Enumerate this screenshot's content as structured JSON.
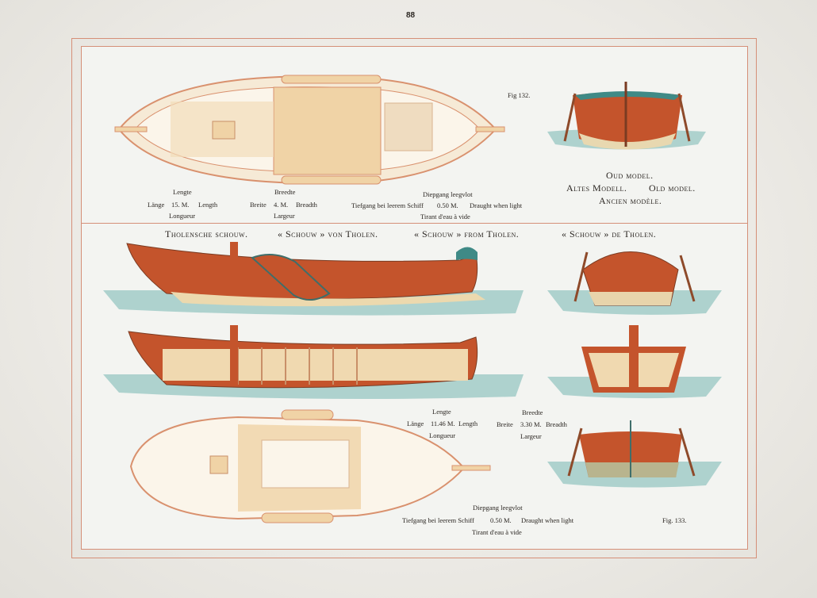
{
  "page_number": "88",
  "fig132": {
    "label": "Fig 132.",
    "model_title": {
      "dutch": "Oud model.",
      "german": "Altes Modell.",
      "english": "Old model.",
      "french": "Ancien modèle."
    },
    "length": {
      "nl": "Lengte",
      "de": "Länge",
      "value": "15. M.",
      "en": "Length",
      "fr": "Longueur"
    },
    "breadth": {
      "nl": "Breedte",
      "de": "Breite",
      "value": "4. M.",
      "en": "Breadth",
      "fr": "Largeur"
    },
    "draught": {
      "nl": "Diepgang leegvlot",
      "de": "Tiefgang bei leerem Schiff",
      "value": "0.50 M.",
      "en": "Draught when light",
      "fr": "Tirant d'eau à vide"
    }
  },
  "titles": {
    "dutch": "Tholensche schouw.",
    "german": "« Schouw » von Tholen.",
    "english": "« Schouw » from Tholen.",
    "french": "« Schouw » de Tholen."
  },
  "fig133": {
    "label": "Fig. 133.",
    "length": {
      "nl": "Lengte",
      "de": "Länge",
      "value": "11.46 M.",
      "en": "Length",
      "fr": "Longueur"
    },
    "breadth": {
      "nl": "Breedte",
      "de": "Breite",
      "value": "3.30 M.",
      "en": "Breadth",
      "fr": "Largeur"
    },
    "draught": {
      "nl": "Diepgang leegvlot",
      "de": "Tiefgang bei leerem Schiff",
      "value": "0.50 M.",
      "en": "Draught when light",
      "fr": "Tirant d'eau à vide"
    }
  },
  "colors": {
    "frame": "#d58f78",
    "hull": "#c4542c",
    "deck": "#f0d3a6",
    "water": "#9cc9c6"
  }
}
